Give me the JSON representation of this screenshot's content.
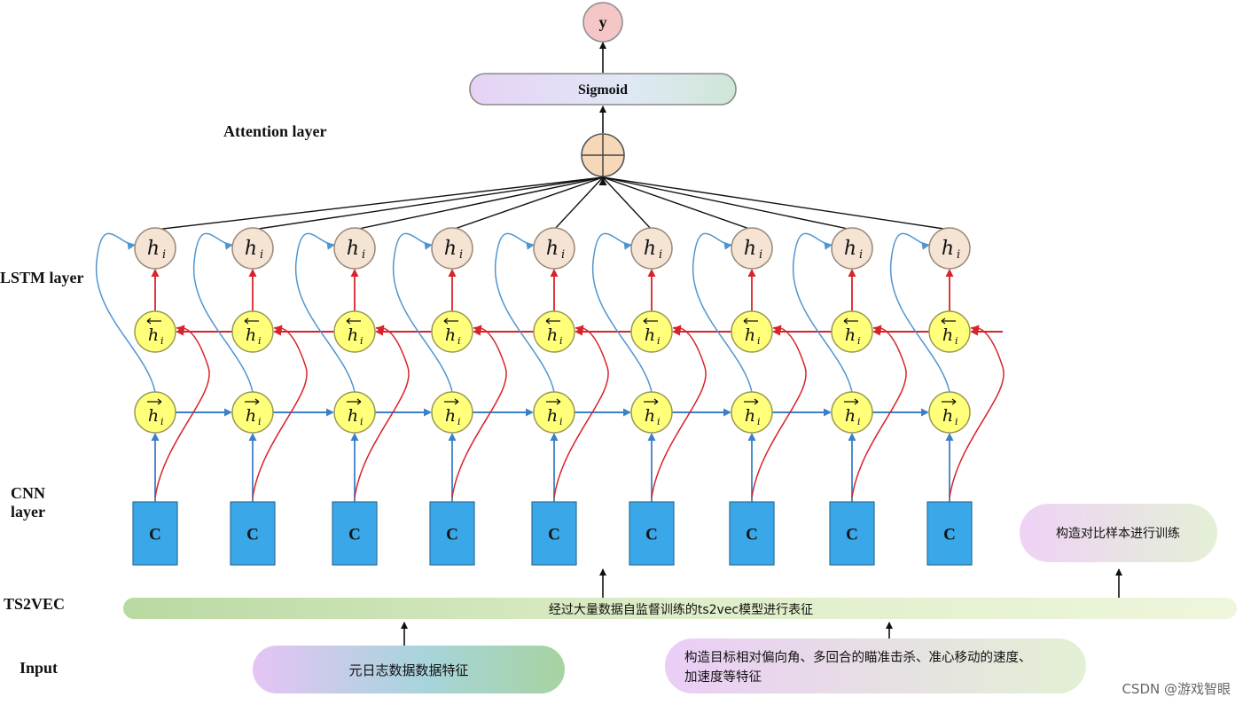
{
  "labels": {
    "attention": "Attention layer",
    "lstm": "LSTM layer",
    "cnn": "CNN\nlayer",
    "ts2vec": "TS2VEC",
    "input": "Input"
  },
  "nodes": {
    "output": "y",
    "sigmoid": "Sigmoid",
    "hidden": "h",
    "hidden_sub": "i",
    "cnn_cell": "C"
  },
  "columns": 9,
  "boxes": {
    "ts2vec_bar": "经过大量数据自监督训练的ts2vec模型进行表征",
    "contrastive": "构造对比样本进行训练",
    "input_left": "元日志数据数据特征",
    "input_right": "构造目标相对偏向角、多回合的瞄准击杀、准心移动的速度、加速度等特征"
  },
  "watermark": "CSDN @游戏智眼",
  "colors": {
    "hidden_fill": "#f5e3d3",
    "lstm_fill": "#ffff7a",
    "cnn_fill": "#3aa7e8",
    "forward_arrow": "#3d7fc4",
    "backward_arrow": "#d8232a",
    "output_fill": "#f4c6c6"
  }
}
